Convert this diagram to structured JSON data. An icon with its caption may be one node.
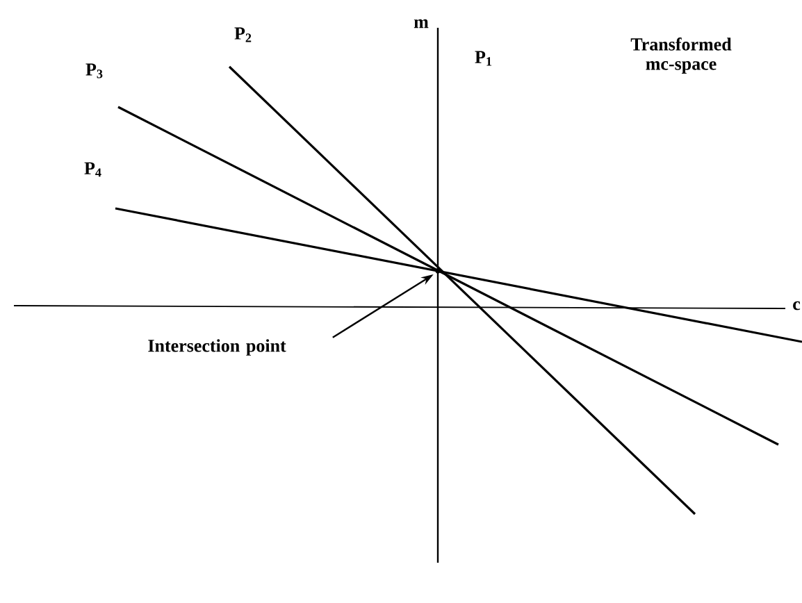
{
  "diagram": {
    "nodes": [
      {
        "text": [
          "Intersection point"
        ]
      },
      {
        "text": [],
        "shape": "point"
      }
    ],
    "edges": [
      {
        "from": 0,
        "to": 1,
        "arrow": "to"
      }
    ],
    "labels": [
      "m",
      "P$_{2}$",
      "P$_{1}$",
      "Transformed mc-space",
      "P$_{3}$",
      "P$_{4}$",
      "c"
    ]
  }
}
